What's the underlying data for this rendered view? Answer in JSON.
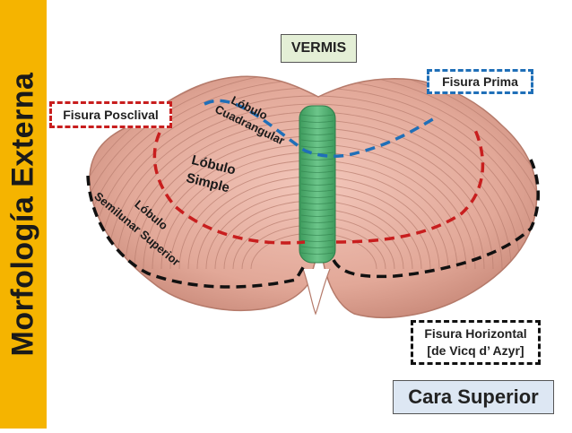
{
  "sidebar": {
    "title": "Morfología Externa"
  },
  "labels": {
    "vermis": "VERMIS",
    "fisura_prima": "Fisura Prima",
    "fisura_posclival": "Fisura Posclival",
    "lobulo_cuadrangular_line1": "Lóbulo",
    "lobulo_cuadrangular_line2": "Cuadrangular",
    "lobulo_simple_line1": "Lóbulo",
    "lobulo_simple_line2": "Simple",
    "lobulo_semilunar_line1": "Lóbulo",
    "lobulo_semilunar_line2": "Semilunar Superior",
    "fisura_horizontal_line1": "Fisura Horizontal",
    "fisura_horizontal_line2": "[de Vicq d’ Azyr]",
    "cara_superior": "Cara Superior"
  },
  "colors": {
    "sidebar": "#f5b400",
    "cerebellum": "#e9b3a6",
    "vermis": "#4cae6b",
    "fisura_prima": "#1f6fb8",
    "fisura_posclival": "#c81e1e",
    "fisura_horizontal": "#111111"
  }
}
